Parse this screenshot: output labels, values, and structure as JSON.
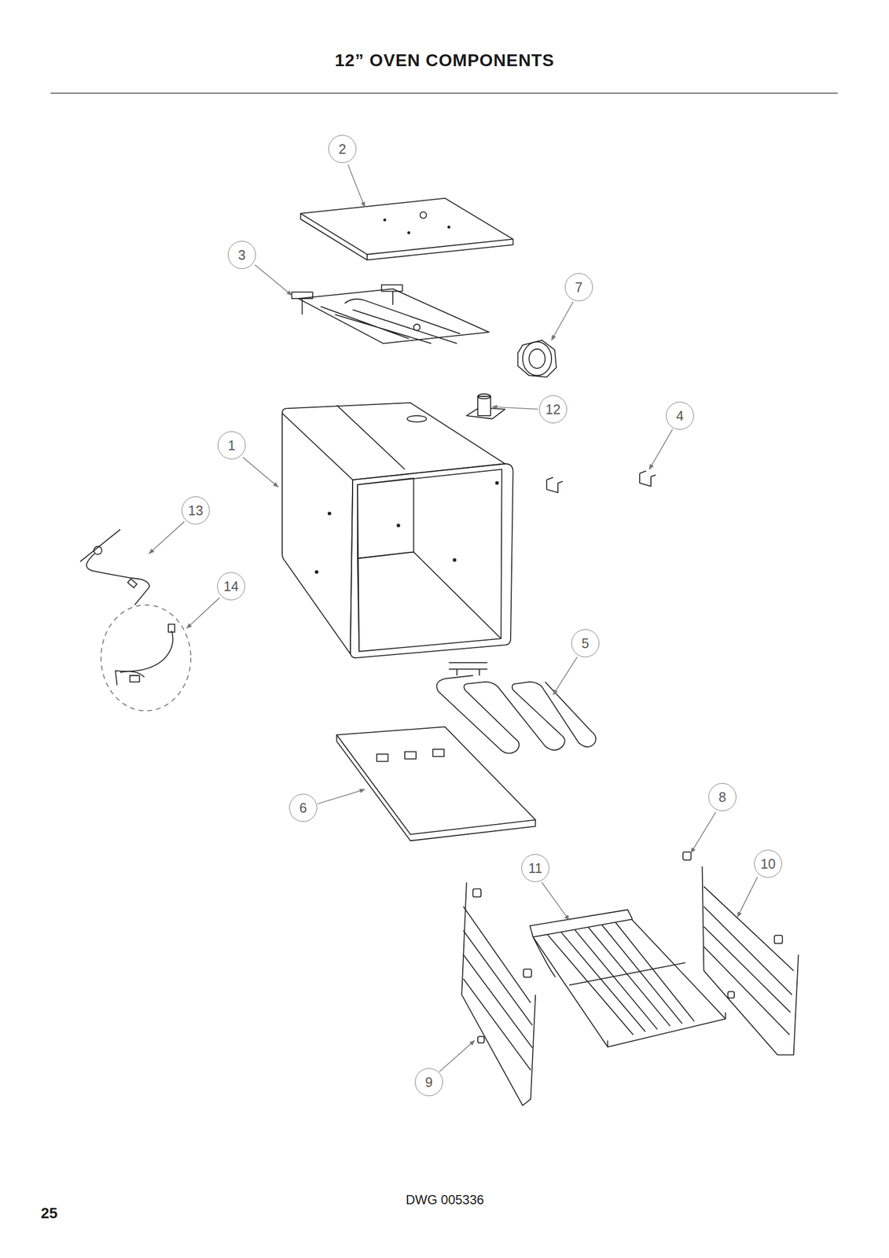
{
  "diagram": {
    "title": "12” OVEN COMPONENTS",
    "nodes": [
      {
        "text": [
          "2"
        ]
      },
      {
        "text": [
          "3"
        ]
      },
      {
        "text": [
          "7"
        ]
      },
      {
        "text": [
          "12"
        ]
      },
      {
        "text": [
          "4"
        ]
      },
      {
        "text": [
          "1"
        ]
      },
      {
        "text": [
          "13"
        ]
      },
      {
        "text": [
          "14"
        ]
      },
      {
        "text": [
          "5"
        ]
      },
      {
        "text": [
          "8"
        ]
      },
      {
        "text": [
          "6"
        ]
      },
      {
        "text": [
          "11"
        ]
      },
      {
        "text": [
          "10"
        ]
      },
      {
        "text": [
          "9"
        ]
      }
    ],
    "labels": [
      "DWG 005336",
      "25"
    ]
  }
}
